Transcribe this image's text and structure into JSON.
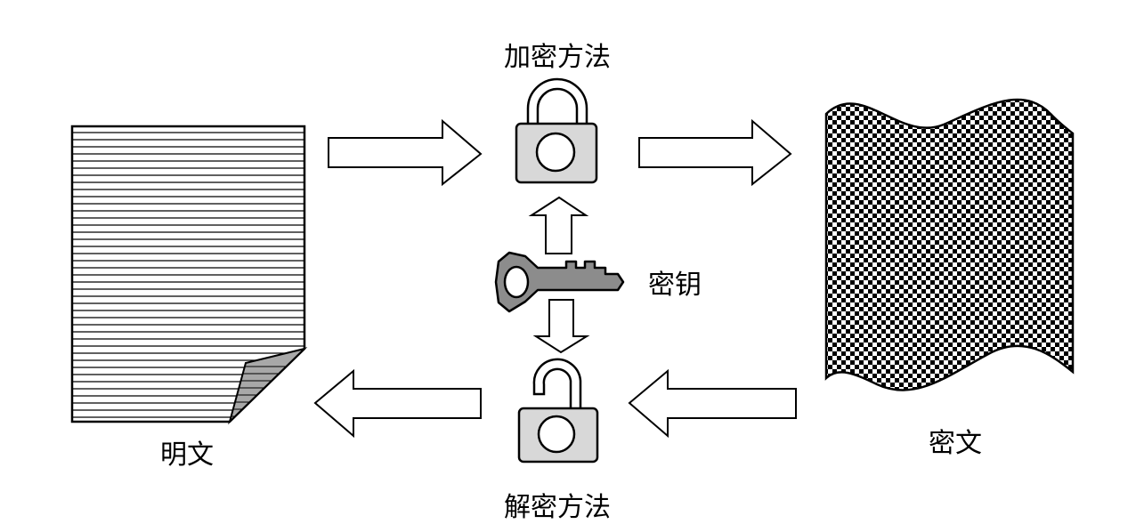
{
  "labels": {
    "encrypt_method": "加密方法",
    "decrypt_method": "解密方法",
    "key": "密钥",
    "plaintext": "明文",
    "ciphertext": "密文"
  },
  "colors": {
    "lock_fill": "#d8d8d8",
    "key_fill": "#8c8c8c",
    "page_fold_fill": "#a8a8a8",
    "stroke": "#000000",
    "arrow_fill": "#ffffff"
  },
  "icons": {
    "plaintext_document": "lined-page-icon",
    "ciphertext_document": "checkered-wavy-page-icon",
    "encrypt_lock": "closed-padlock-icon",
    "decrypt_lock": "open-padlock-icon",
    "key": "key-icon"
  }
}
